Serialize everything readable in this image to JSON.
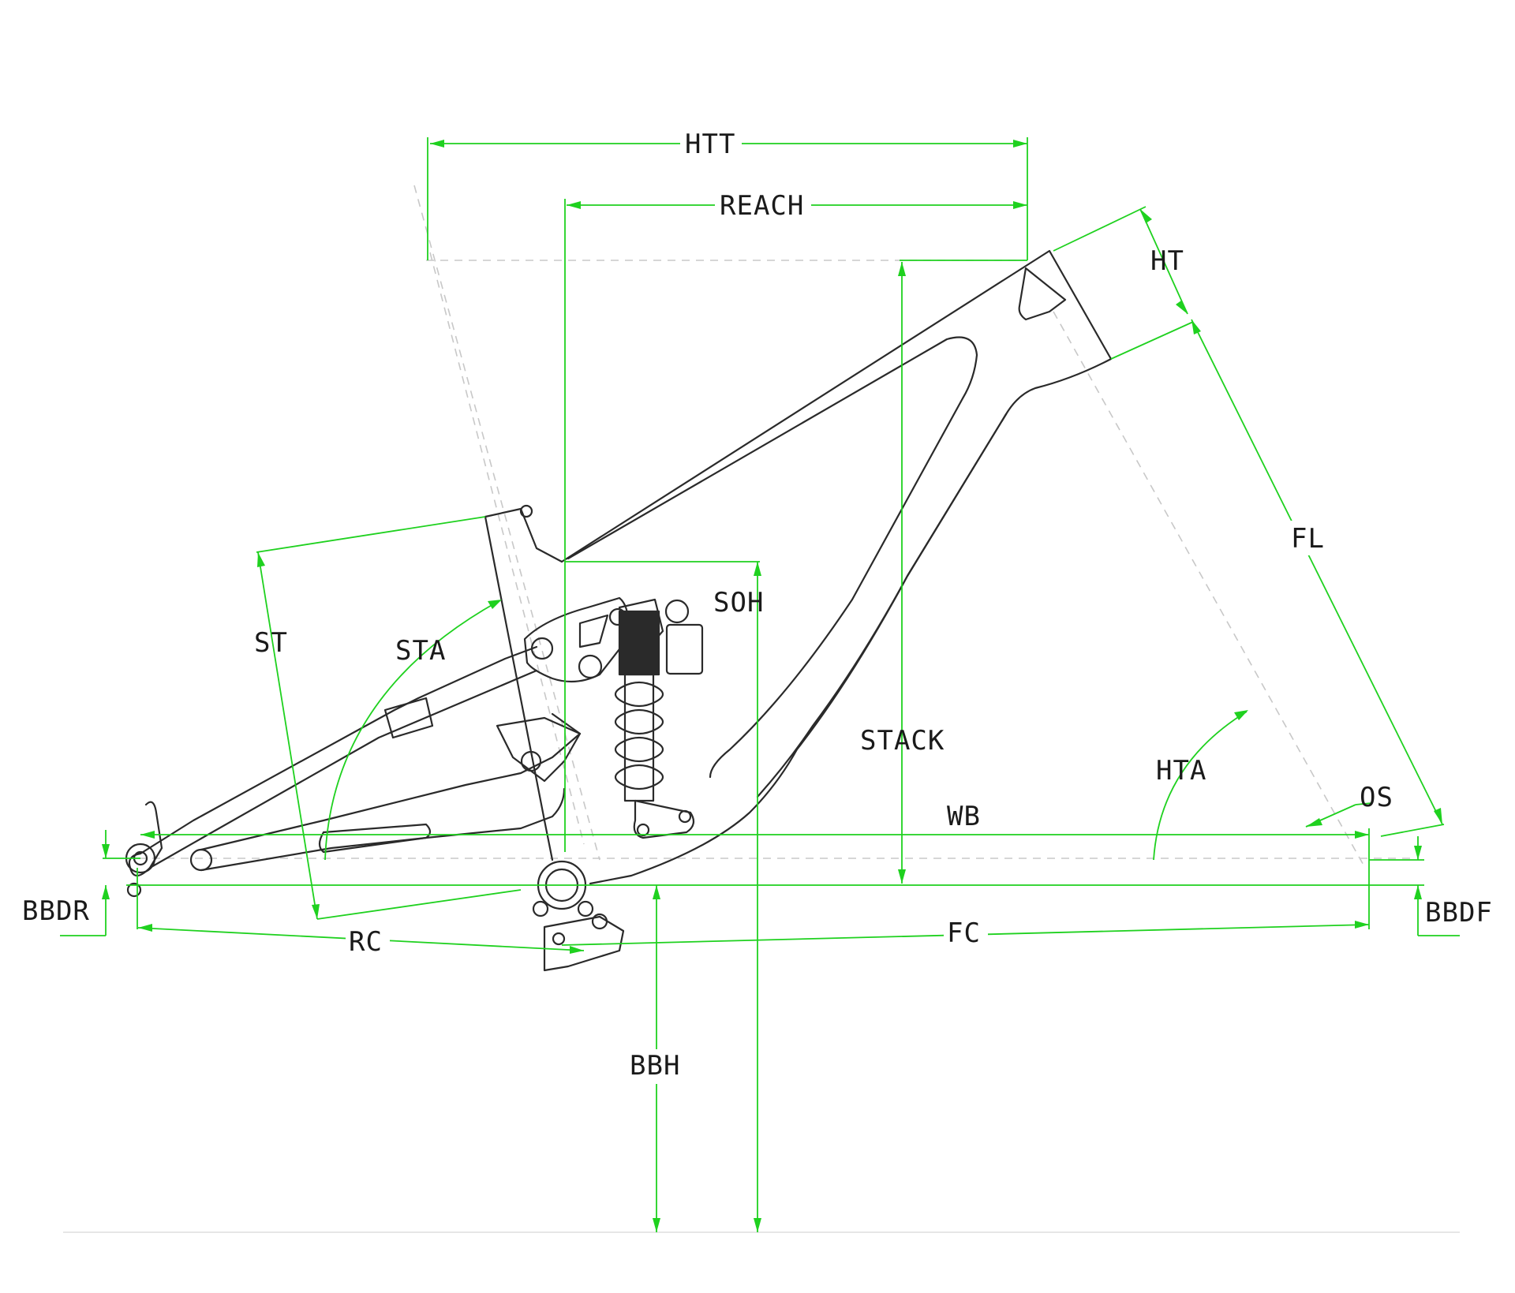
{
  "colors": {
    "dimension_line": "#1fd11f",
    "frame_outline": "#2a2a2a",
    "reference_line": "#c8c8c8",
    "background": "#ffffff",
    "label_text": "#1a1a1a"
  },
  "labels": {
    "htt": "HTT",
    "reach": "REACH",
    "ht": "HT",
    "fl": "FL",
    "soh": "SOH",
    "st": "ST",
    "sta": "STA",
    "stack": "STACK",
    "hta": "HTA",
    "os": "OS",
    "wb": "WB",
    "bbdr": "BBDR",
    "bbdf": "BBDF",
    "rc": "RC",
    "fc": "FC",
    "bbh": "BBH"
  }
}
